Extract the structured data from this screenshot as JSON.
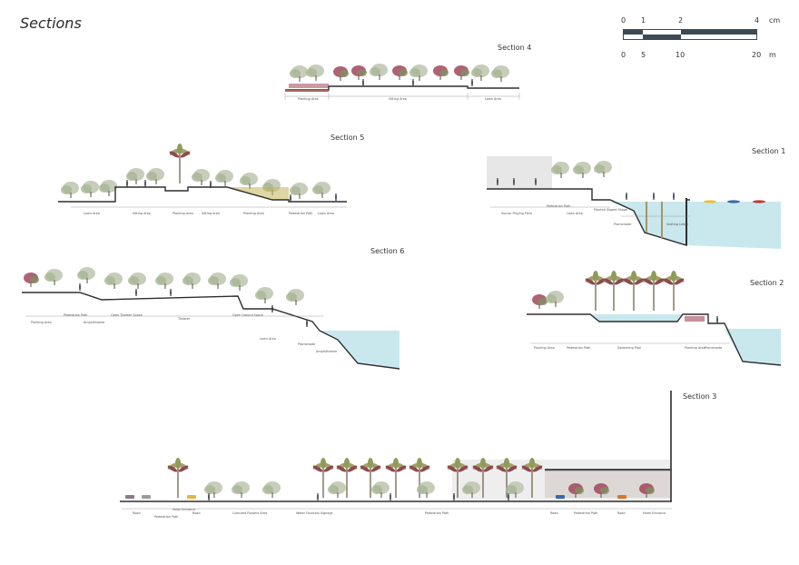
{
  "title": "Sections",
  "scale_bar": {
    "cm_ticks": [
      "0",
      "1",
      "2",
      "4"
    ],
    "cm_unit": "cm",
    "m_ticks": [
      "0",
      "5",
      "10",
      "20"
    ],
    "m_unit": "m"
  },
  "colors": {
    "water": "#c9e8ee",
    "ground": "#3a3a3a",
    "tree": "#b8c2a8",
    "tree_dark": "#7f8f62",
    "flower": "#a0465a",
    "palm": "#8a9e5e"
  },
  "sections": {
    "s4": {
      "label": "Section 4",
      "zones": [
        "Planting Area",
        "Sitting Area",
        "Lawn Area"
      ]
    },
    "s5": {
      "label": "Section 5",
      "zones": [
        "Lawn Area",
        "Sitting Area",
        "Planting Area",
        "Sitting Area",
        "Planting Area",
        "Pedestrian Path",
        "Lawn Area"
      ]
    },
    "s1": {
      "label": "Section 1",
      "zones": [
        "Soccer Playing Field",
        "Pedestrian Path",
        "Lawn Area",
        "Planted Sloped Shape",
        "Promenade",
        "Seating Ledge"
      ]
    },
    "s6": {
      "label": "Section 6",
      "zones": [
        "Planting Area",
        "Pedestrian Path",
        "Amphitheatre",
        "Open Theater Space",
        "Theater",
        "Open Ground Space",
        "Lawn Area",
        "Promenade",
        "Amphitheatre"
      ]
    },
    "s2": {
      "label": "Section 2",
      "zones": [
        "Planting Area",
        "Pedestrian Path",
        "Swimming Pool",
        "Planting Area",
        "Promenade"
      ]
    },
    "s3": {
      "label": "Section 3",
      "zones": [
        "Road",
        "Pedestrian Path",
        "Hotel Entrance",
        "Road",
        "Coloured Flowers Area",
        "Water Fountain Signage",
        "Pedestrian Path",
        "Road",
        "Pedestrian Path",
        "Road",
        "Hotel Entrance"
      ]
    }
  }
}
